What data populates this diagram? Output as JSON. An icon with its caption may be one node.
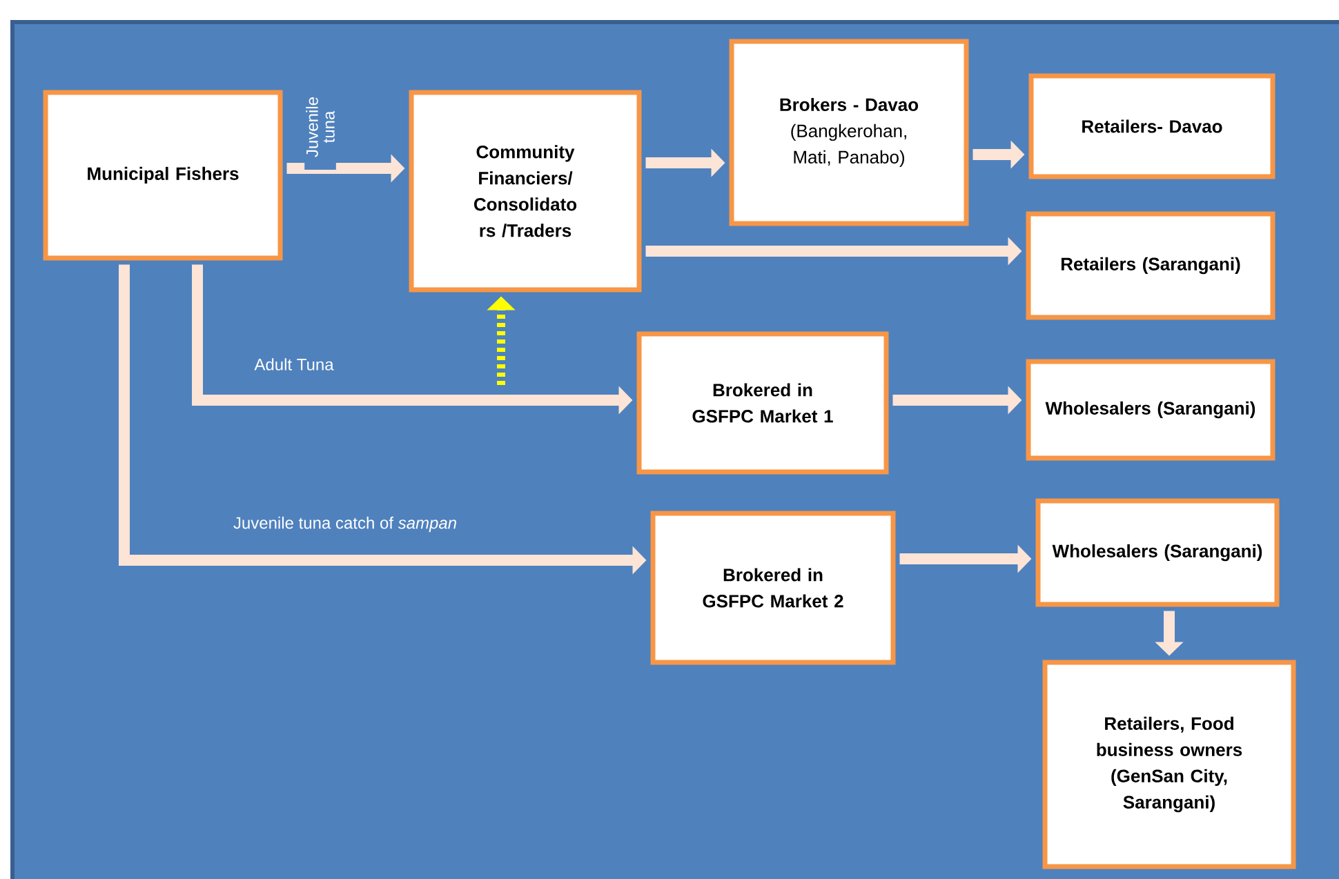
{
  "diagram": {
    "nodes": [
      {
        "text": [
          "Municipal Fishers"
        ]
      },
      {
        "text": [
          "Community Financiers/ Consolidato rs /Traders"
        ]
      },
      {
        "text": [
          "Brokers - Davao",
          "(Bangkerohan, Mati, Panabo)"
        ]
      },
      {
        "text": [
          "Retailers- Davao"
        ]
      },
      {
        "text": [
          "Retailers (Sarangani)"
        ]
      },
      {
        "text": [
          "Brokered in GSFPC Market 1"
        ]
      },
      {
        "text": [
          "Wholesalers (Sarangani)"
        ]
      },
      {
        "text": [
          "Brokered in GSFPC Market 2"
        ]
      },
      {
        "text": [
          "Wholesalers (Sarangani)"
        ]
      },
      {
        "text": [
          "Retailers, Food business owners (GenSan City, Sarangani)"
        ]
      }
    ],
    "edges": [
      {
        "from": 0,
        "to": 1,
        "arrow": "to",
        "label": "Juvenile tuna"
      },
      {
        "from": 1,
        "to": 2,
        "arrow": "to"
      },
      {
        "from": 2,
        "to": 3,
        "arrow": "to"
      },
      {
        "from": 1,
        "to": 4,
        "arrow": "to"
      },
      {
        "from": 0,
        "to": 5,
        "arrow": "to",
        "label": "Adult Tuna"
      },
      {
        "from": 5,
        "to": 6,
        "arrow": "to"
      },
      {
        "from": 0,
        "to": 7,
        "arrow": "to",
        "label": "Juvenile tuna catch of *sampan*"
      },
      {
        "from": 7,
        "to": 8,
        "arrow": "to"
      },
      {
        "from": 8,
        "to": 9,
        "arrow": "to"
      },
      {
        "from": null,
        "to": 1,
        "arrow": "to",
        "style": "dashed",
        "color": "#ffff00"
      }
    ]
  }
}
